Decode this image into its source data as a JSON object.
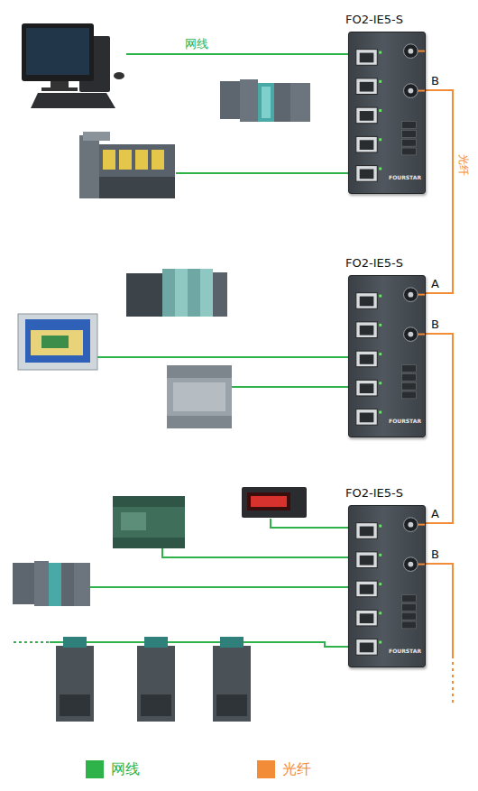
{
  "diagram": {
    "nodes": [
      {
        "text": [
          "FO2-IE5-S",
          "FOURSTAR"
        ]
      },
      {
        "text": [
          "FO2-IE5-S",
          "FOURSTAR"
        ]
      },
      {
        "text": [
          "FO2-IE5-S",
          "FOURSTAR"
        ]
      }
    ],
    "edges": [
      {
        "from": 0,
        "to": 1,
        "label": "光纤",
        "arrow": "none"
      },
      {
        "from": 1,
        "to": 2,
        "arrow": "none"
      }
    ],
    "labels": [
      "网线",
      "B",
      "A",
      "B",
      "A",
      "B"
    ],
    "legend": [
      {
        "text": "网线",
        "color": "#2db34a"
      },
      {
        "text": "光纤",
        "color": "#f28c38"
      }
    ]
  }
}
